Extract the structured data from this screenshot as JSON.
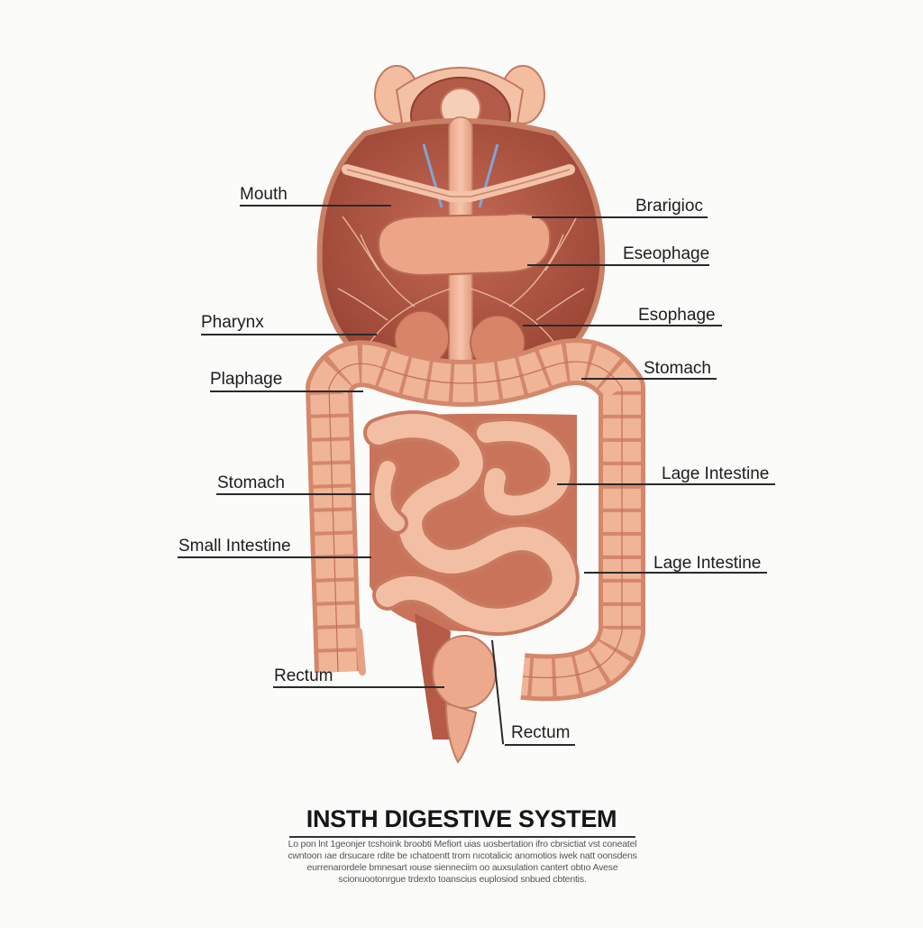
{
  "diagram": {
    "title": "INSTH DIGESTIVE SYSTEM",
    "description": "Lo pon lnt 1geonjer tcshoink broobti Mefiort uias uosbertation ifro cbrsictiat vst coneatel cwntoon ıae drsucare rdite be ıchatoentt trom nıcotalicic anomotios iwek natt oonsdens eurrenarordele bmnesart ıouse sienneciim oo auxsulation cantert obtıo Avese scionuootonrgue trdexto toanscius euplosiod snbued cbtentis.",
    "labels_left": [
      {
        "id": "mouth",
        "text": "Mouth"
      },
      {
        "id": "pharynx",
        "text": "Pharynx"
      },
      {
        "id": "plaphage",
        "text": "Plaphage"
      },
      {
        "id": "stomach-left",
        "text": "Stomach"
      },
      {
        "id": "small-intestine",
        "text": "Small Intestine"
      },
      {
        "id": "rectum-left",
        "text": "Rectum"
      }
    ],
    "labels_right": [
      {
        "id": "brarigioc",
        "text": "Brarigioc"
      },
      {
        "id": "eseophage",
        "text": "Eseophage"
      },
      {
        "id": "esophage",
        "text": "Esophage"
      },
      {
        "id": "stomach-right",
        "text": "Stomach"
      },
      {
        "id": "large-intestine-1",
        "text": "Lage Intestine"
      },
      {
        "id": "large-intestine-2",
        "text": "Lage Intestine"
      },
      {
        "id": "rectum-bottom",
        "text": "Rectum"
      }
    ],
    "colors": {
      "tissue_light": "#f1b49a",
      "tissue_mid": "#e29a7d",
      "tissue_dark": "#b8614c",
      "cavity": "#a9503f",
      "outline": "#a85a45",
      "vessel_blue": "#7fa6d6"
    }
  }
}
